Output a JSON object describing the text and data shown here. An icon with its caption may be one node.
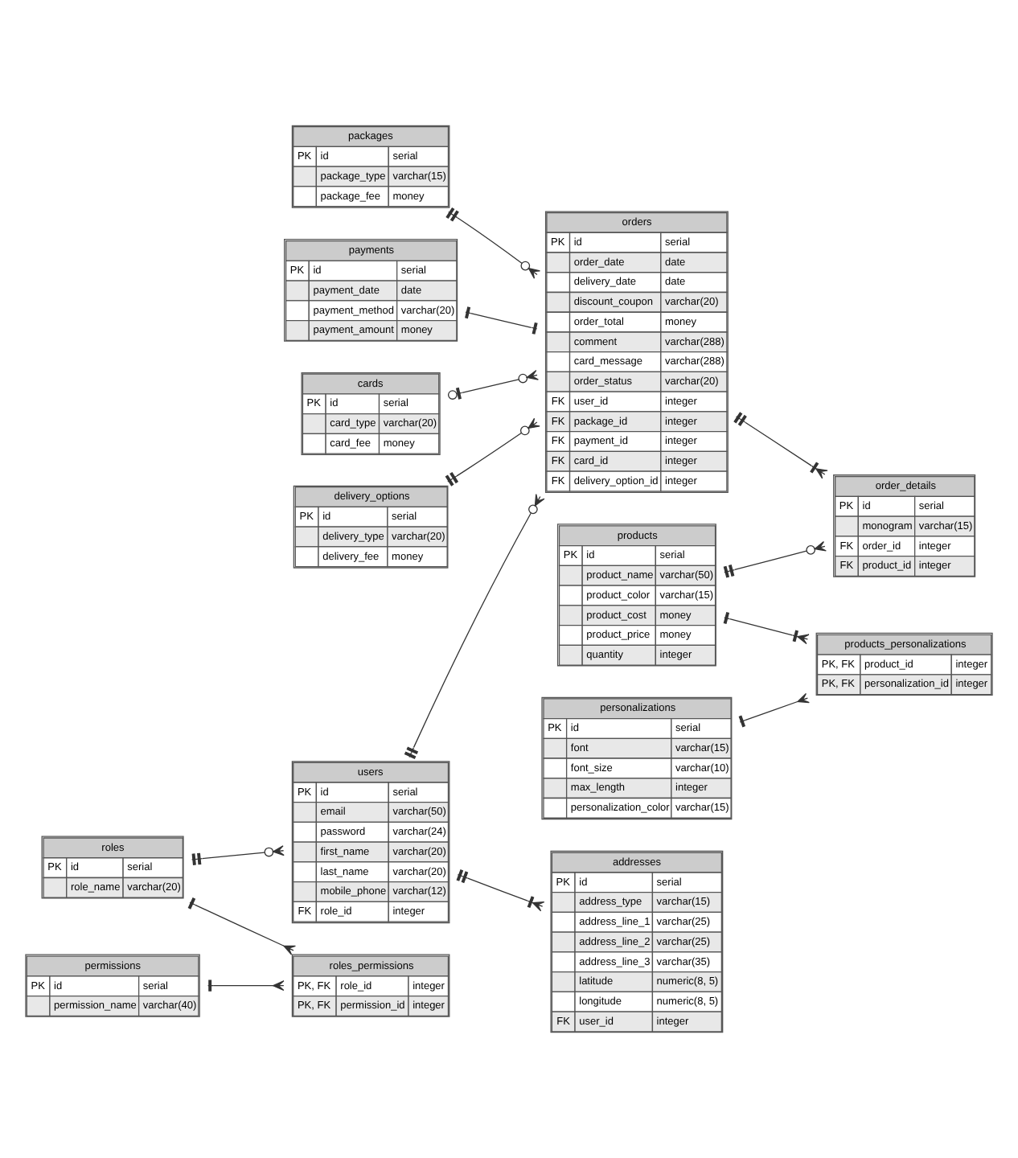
{
  "diagram": {
    "nodes": [
      {
        "text": [
          "addresses",
          "PK",
          "id",
          "serial",
          "address_type",
          "varchar(15)",
          "address_line_1",
          "varchar(25)",
          "address_line_2",
          "varchar(25)",
          "address_line_3",
          "varchar(35)",
          "latitude",
          "numeric(8, 5)",
          "longitude",
          "numeric(8, 5)",
          "FK",
          "user_id",
          "integer"
        ]
      },
      {
        "text": [
          "users",
          "PK",
          "id",
          "serial",
          "email",
          "varchar(50)",
          "password",
          "varchar(24)",
          "first_name",
          "varchar(20)",
          "last_name",
          "varchar(20)",
          "mobile_phone",
          "varchar(12)",
          "FK",
          "role_id",
          "integer"
        ]
      },
      {
        "text": [
          "orders",
          "PK",
          "id",
          "serial",
          "order_date",
          "date",
          "delivery_date",
          "date",
          "discount_coupon",
          "varchar(20)",
          "order_total",
          "money",
          "comment",
          "varchar(288)",
          "card_message",
          "varchar(288)",
          "order_status",
          "varchar(20)",
          "FK",
          "user_id",
          "integer",
          "FK",
          "package_id",
          "integer",
          "FK",
          "payment_id",
          "integer",
          "FK",
          "card_id",
          "integer",
          "FK",
          "delivery_option_id",
          "integer"
        ]
      },
      {
        "text": [
          "packages",
          "PK",
          "id",
          "serial",
          "package_type",
          "varchar(15)",
          "package_fee",
          "money"
        ]
      },
      {
        "text": [
          "payments",
          "PK",
          "id",
          "serial",
          "payment_date",
          "date",
          "payment_method",
          "varchar(20)",
          "payment_amount",
          "money"
        ]
      },
      {
        "text": [
          "cards",
          "PK",
          "id",
          "serial",
          "card_type",
          "varchar(20)",
          "card_fee",
          "money"
        ]
      },
      {
        "text": [
          "roles",
          "PK",
          "id",
          "serial",
          "role_name",
          "varchar(20)"
        ]
      },
      {
        "text": [
          "roles_permissions",
          "PK, FK",
          "role_id",
          "integer",
          "PK, FK",
          "permission_id",
          "integer"
        ]
      },
      {
        "text": [
          "permissions",
          "PK",
          "id",
          "serial",
          "permission_name",
          "varchar(40)"
        ]
      },
      {
        "text": [
          "delivery_options",
          "PK",
          "id",
          "serial",
          "delivery_type",
          "varchar(20)",
          "delivery_fee",
          "money"
        ]
      },
      {
        "text": [
          "order_details",
          "PK",
          "id",
          "serial",
          "monogram",
          "varchar(15)",
          "FK",
          "order_id",
          "integer",
          "FK",
          "product_id",
          "integer"
        ]
      },
      {
        "text": [
          "products",
          "PK",
          "id",
          "serial",
          "product_name",
          "varchar(50)",
          "product_color",
          "varchar(15)",
          "product_cost",
          "money",
          "product_price",
          "money",
          "quantity",
          "integer"
        ]
      },
      {
        "text": [
          "personalizations",
          "PK",
          "id",
          "serial",
          "font",
          "varchar(15)",
          "font_size",
          "varchar(10)",
          "max_length",
          "integer",
          "personalization_color",
          "varchar(15)"
        ]
      },
      {
        "text": [
          "products_personalizations",
          "PK, FK",
          "product_id",
          "integer",
          "PK, FK",
          "personalization_id",
          "integer"
        ]
      }
    ],
    "edges": [
      {
        "from": 1,
        "to": 0,
        "arrow": "other"
      },
      {
        "from": 1,
        "to": 2,
        "arrow": "other"
      },
      {
        "from": 6,
        "to": 1,
        "arrow": "other"
      },
      {
        "from": 6,
        "to": 7,
        "arrow": "other"
      },
      {
        "from": 8,
        "to": 7,
        "arrow": "other"
      },
      {
        "from": 3,
        "to": 2,
        "arrow": "other"
      },
      {
        "from": 4,
        "to": 2,
        "arrow": "other"
      },
      {
        "from": 5,
        "to": 2,
        "arrow": "other"
      },
      {
        "from": 9,
        "to": 2,
        "arrow": "other"
      },
      {
        "from": 2,
        "to": 10,
        "arrow": "other"
      },
      {
        "from": 11,
        "to": 10,
        "arrow": "other"
      },
      {
        "from": 11,
        "to": 13,
        "arrow": "other"
      },
      {
        "from": 12,
        "to": 13,
        "arrow": "other"
      }
    ]
  }
}
